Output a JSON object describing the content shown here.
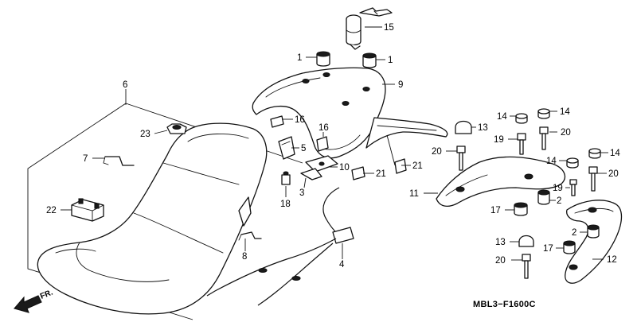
{
  "diagram_code": "MBL3−F1600C",
  "direction_label": "FR.",
  "callouts": [
    {
      "id": "c1a",
      "label": "1"
    },
    {
      "id": "c1b",
      "label": "1"
    },
    {
      "id": "c2a",
      "label": "2"
    },
    {
      "id": "c2b",
      "label": "2"
    },
    {
      "id": "c3",
      "label": "3"
    },
    {
      "id": "c4",
      "label": "4"
    },
    {
      "id": "c5",
      "label": "5"
    },
    {
      "id": "c6",
      "label": "6"
    },
    {
      "id": "c7",
      "label": "7"
    },
    {
      "id": "c8",
      "label": "8"
    },
    {
      "id": "c9",
      "label": "9"
    },
    {
      "id": "c10",
      "label": "10"
    },
    {
      "id": "c11",
      "label": "11"
    },
    {
      "id": "c12",
      "label": "12"
    },
    {
      "id": "c13a",
      "label": "13"
    },
    {
      "id": "c13b",
      "label": "13"
    },
    {
      "id": "c14a",
      "label": "14"
    },
    {
      "id": "c14b",
      "label": "14"
    },
    {
      "id": "c14c",
      "label": "14"
    },
    {
      "id": "c14d",
      "label": "14"
    },
    {
      "id": "c15",
      "label": "15"
    },
    {
      "id": "c16a",
      "label": "16"
    },
    {
      "id": "c16b",
      "label": "16"
    },
    {
      "id": "c17a",
      "label": "17"
    },
    {
      "id": "c17b",
      "label": "17"
    },
    {
      "id": "c18",
      "label": "18"
    },
    {
      "id": "c19a",
      "label": "19"
    },
    {
      "id": "c19b",
      "label": "19"
    },
    {
      "id": "c20a",
      "label": "20"
    },
    {
      "id": "c20b",
      "label": "20"
    },
    {
      "id": "c20c",
      "label": "20"
    },
    {
      "id": "c20d",
      "label": "20"
    },
    {
      "id": "c21a",
      "label": "21"
    },
    {
      "id": "c21b",
      "label": "21"
    },
    {
      "id": "c22",
      "label": "22"
    },
    {
      "id": "c23",
      "label": "23"
    }
  ]
}
